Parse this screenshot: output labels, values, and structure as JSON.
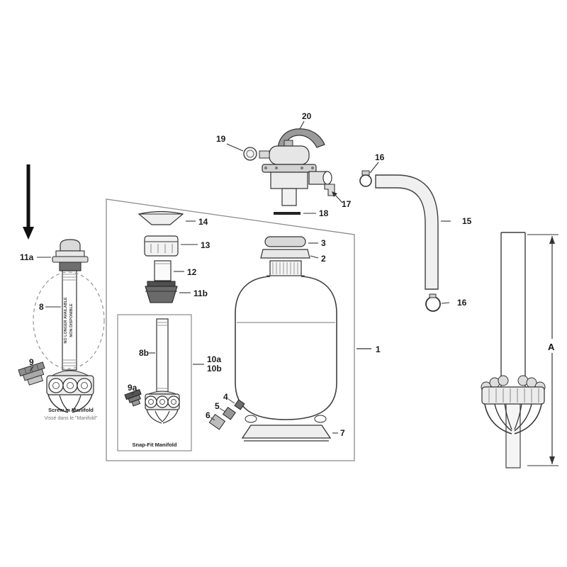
{
  "diagram": {
    "kind": "exploded-parts-diagram",
    "subject": "sand-filter-tank-assembly",
    "labels": {
      "n1": "1",
      "n2": "2",
      "n3": "3",
      "n4": "4",
      "n5": "5",
      "n6": "6",
      "n7": "7",
      "n8": "8",
      "n8b": "8b",
      "n9": "9",
      "n9a": "9a",
      "n10a": "10a",
      "n10b": "10b",
      "n11a": "11a",
      "n11b": "11b",
      "n12": "12",
      "n13": "13",
      "n14": "14",
      "n15": "15",
      "n16_top": "16",
      "n16_bottom": "16",
      "n17": "17",
      "n18": "18",
      "n19": "19",
      "n20": "20",
      "dim_a": "A"
    },
    "captions": {
      "screw_manifold_title": "Screw in Manifold",
      "screw_manifold_subtitle": "Vissé dans le \"Manifold\"",
      "snap_fit_title": "Snap-Fit Manifold",
      "discontinued_line1": "NO LONGER AVAILABLE",
      "discontinued_line2": "NON DISPONIBLE"
    },
    "colors": {
      "line": "#3f3f3f",
      "box_line": "#8a8a8a",
      "dark_fill": "#5f5f5f",
      "mid_fill": "#9a9a9a",
      "light_fill": "#e6e6e6",
      "background": "#ffffff"
    }
  }
}
